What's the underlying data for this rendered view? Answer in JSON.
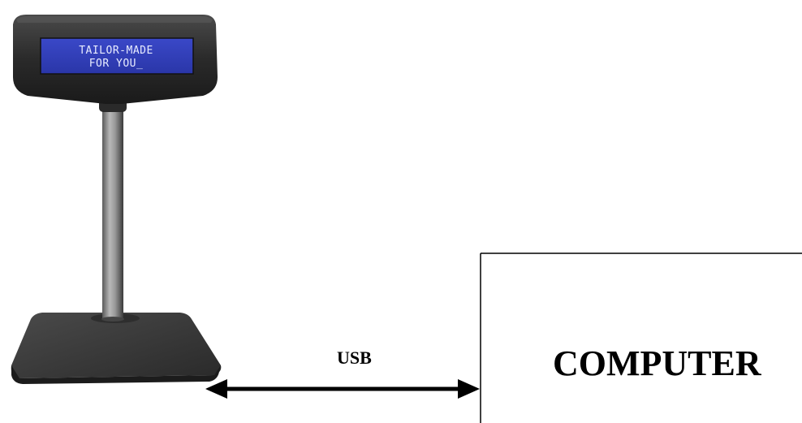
{
  "display_device": {
    "screen_line_1": "TAILOR-MADE",
    "screen_line_2": "FOR YOU_"
  },
  "connection": {
    "label": "USB"
  },
  "computer": {
    "label": "COMPUTER"
  }
}
